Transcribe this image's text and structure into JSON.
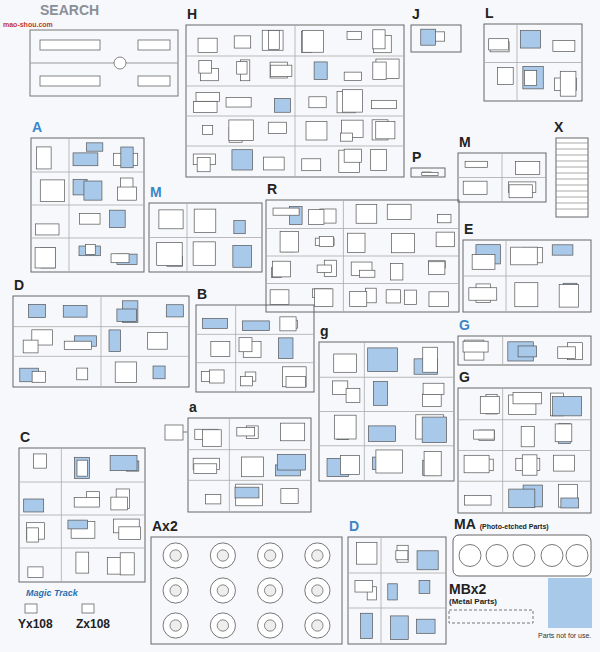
{
  "diagram": {
    "nodes": [
      {
        "text": [
          "H"
        ]
      },
      {
        "text": [
          "J"
        ]
      },
      {
        "text": [
          "L"
        ]
      },
      {
        "text": [
          "A"
        ]
      },
      {
        "text": [
          "M"
        ]
      },
      {
        "text": [
          "X"
        ]
      },
      {
        "text": [
          "P"
        ]
      },
      {
        "text": [
          "M"
        ]
      },
      {
        "text": [
          "R"
        ]
      },
      {
        "text": [
          "E"
        ]
      },
      {
        "text": [
          "D"
        ]
      },
      {
        "text": [
          "B"
        ]
      },
      {
        "text": [
          "G"
        ]
      },
      {
        "text": [
          "G"
        ]
      },
      {
        "text": [
          "g"
        ]
      },
      {
        "text": [
          "C"
        ]
      },
      {
        "text": [
          "a"
        ]
      },
      {
        "text": [
          "Ax2"
        ]
      },
      {
        "text": [
          "D"
        ]
      },
      {
        "text": [
          "MA",
          "(Photo-etched Parts)"
        ]
      },
      {
        "text": [
          "MBx2",
          "(Metal Parts)"
        ]
      }
    ],
    "labels": [
      "SEARCH",
      "mao-shou.com",
      "Magic Track",
      "Yx108",
      "Zx108"
    ],
    "legend": [
      {
        "text": "Parts not for use.",
        "color": "#a9c9ea"
      }
    ]
  }
}
